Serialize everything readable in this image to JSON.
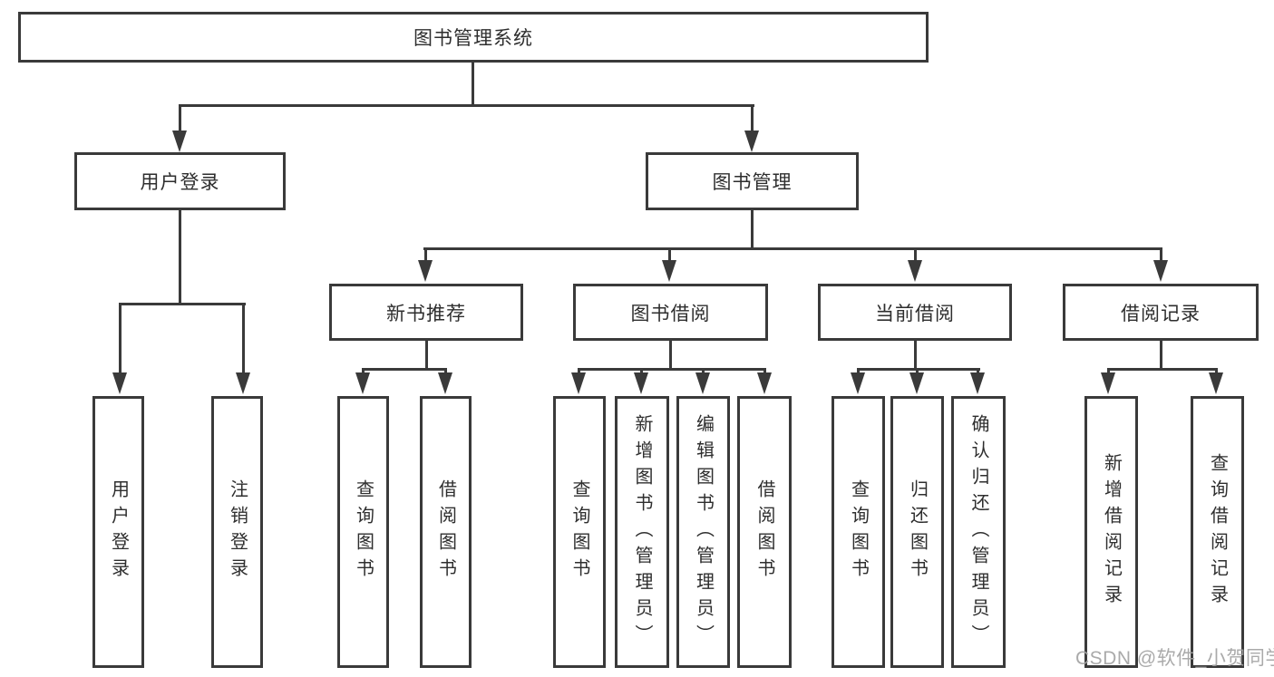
{
  "diagram_type": "hierarchy-tree",
  "colors": {
    "line": "#3a3a3a",
    "text": "#2e2e2e",
    "watermark": "#a3a3a3",
    "background": "#ffffff"
  },
  "watermark": "CSDN @软件_小贺同学",
  "tree": {
    "label": "图书管理系统",
    "children": [
      {
        "label": "用户登录",
        "children": [
          {
            "label": "用户登录"
          },
          {
            "label": "注销登录"
          }
        ]
      },
      {
        "label": "图书管理",
        "children": [
          {
            "label": "新书推荐",
            "children": [
              {
                "label": "查询图书"
              },
              {
                "label": "借阅图书"
              }
            ]
          },
          {
            "label": "图书借阅",
            "children": [
              {
                "label": "查询图书"
              },
              {
                "label": "新增图书（管理员）"
              },
              {
                "label": "编辑图书（管理员）"
              },
              {
                "label": "借阅图书"
              }
            ]
          },
          {
            "label": "当前借阅",
            "children": [
              {
                "label": "查询图书"
              },
              {
                "label": "归还图书"
              },
              {
                "label": "确认归还（管理员）"
              }
            ]
          },
          {
            "label": "借阅记录",
            "children": [
              {
                "label": "新增借阅记录"
              },
              {
                "label": "查询借阅记录"
              }
            ]
          }
        ]
      }
    ]
  }
}
